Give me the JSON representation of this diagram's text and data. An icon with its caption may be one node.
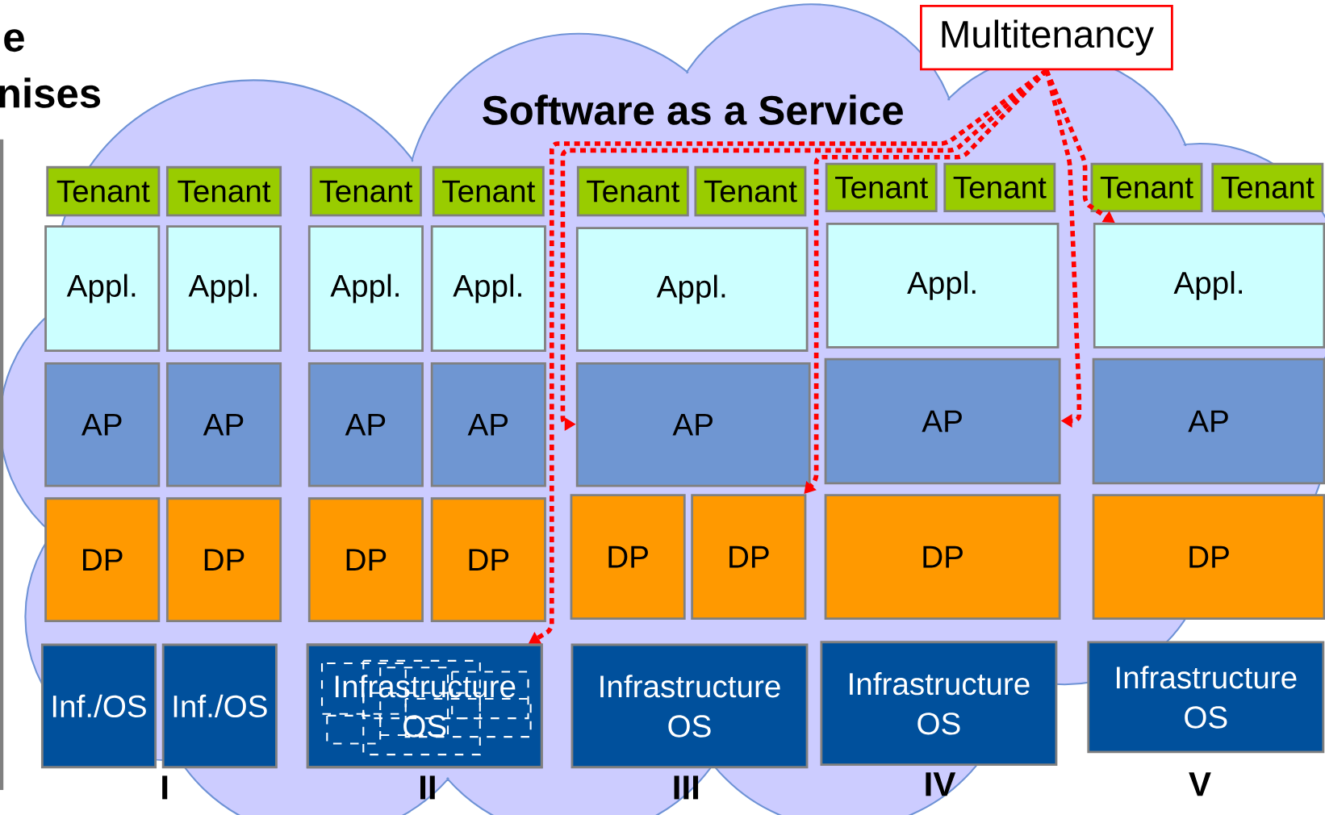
{
  "diagram": {
    "title": "Software as a Service",
    "nodes": [
      {
        "text": [
          "Multitenancy"
        ]
      },
      {
        "text": [
          "Tenant"
        ]
      },
      {
        "text": [
          "Tenant"
        ]
      },
      {
        "text": [
          "Tenant"
        ]
      },
      {
        "text": [
          "Tenant"
        ]
      },
      {
        "text": [
          "Tenant"
        ]
      },
      {
        "text": [
          "Tenant"
        ]
      },
      {
        "text": [
          "Tenant"
        ]
      },
      {
        "text": [
          "Tenant"
        ]
      },
      {
        "text": [
          "Tenant"
        ]
      },
      {
        "text": [
          "Tenant"
        ]
      },
      {
        "text": [
          "Appl."
        ]
      },
      {
        "text": [
          "Appl."
        ]
      },
      {
        "text": [
          "Appl."
        ]
      },
      {
        "text": [
          "Appl."
        ]
      },
      {
        "text": [
          "Appl."
        ]
      },
      {
        "text": [
          "Appl."
        ]
      },
      {
        "text": [
          "Appl."
        ]
      },
      {
        "text": [
          "AP"
        ]
      },
      {
        "text": [
          "AP"
        ]
      },
      {
        "text": [
          "AP"
        ]
      },
      {
        "text": [
          "AP"
        ]
      },
      {
        "text": [
          "AP"
        ]
      },
      {
        "text": [
          "AP"
        ]
      },
      {
        "text": [
          "AP"
        ]
      },
      {
        "text": [
          "DP"
        ]
      },
      {
        "text": [
          "DP"
        ]
      },
      {
        "text": [
          "DP"
        ]
      },
      {
        "text": [
          "DP"
        ]
      },
      {
        "text": [
          "DP"
        ]
      },
      {
        "text": [
          "DP"
        ]
      },
      {
        "text": [
          "DP"
        ]
      },
      {
        "text": [
          "DP"
        ]
      },
      {
        "text": [
          "Inf./OS"
        ]
      },
      {
        "text": [
          "Inf./OS"
        ]
      },
      {
        "text": [
          "Infrastructure OS"
        ]
      },
      {
        "text": [
          "Infrastructure OS"
        ]
      },
      {
        "text": [
          "Infrastructure OS"
        ]
      },
      {
        "text": [
          "Infrastructure OS"
        ]
      }
    ],
    "edges": [
      {
        "from": 0,
        "to": 17,
        "arrow": "to",
        "style": "dashed",
        "color": "#ff0000"
      },
      {
        "from": 0,
        "to": 23,
        "arrow": "to",
        "style": "dashed",
        "color": "#ff0000"
      },
      {
        "from": 0,
        "to": 30,
        "arrow": "to",
        "style": "dashed",
        "color": "#ff0000"
      },
      {
        "from": 0,
        "to": 22,
        "arrow": "to",
        "style": "dashed",
        "color": "#ff0000"
      },
      {
        "from": 0,
        "to": 35,
        "arrow": "to",
        "style": "dashed",
        "color": "#ff0000"
      }
    ],
    "labels": [
      "e",
      "nises",
      "I",
      "II",
      "III",
      "IV",
      "V"
    ]
  }
}
